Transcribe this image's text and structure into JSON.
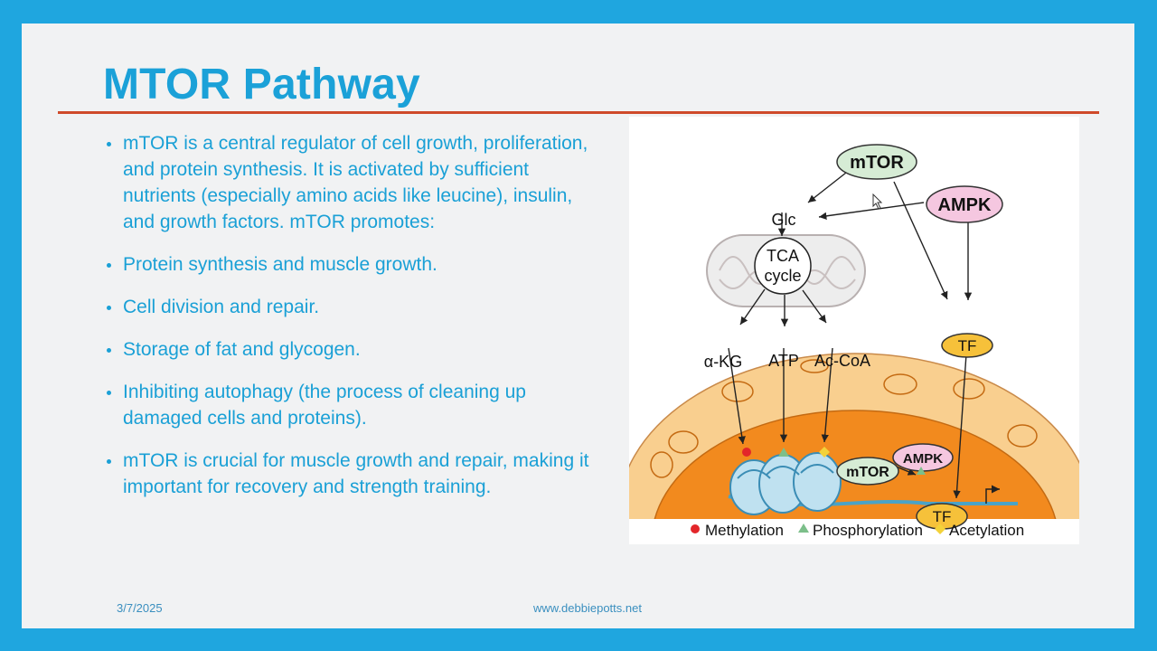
{
  "slide": {
    "title": "MTOR Pathway",
    "bullets": [
      "mTOR is a central regulator of cell growth, proliferation, and protein synthesis. It is activated by sufficient nutrients (especially amino acids like leucine), insulin, and growth factors. mTOR promotes:",
      "Protein synthesis and muscle growth.",
      "Cell division and repair.",
      "Storage of fat and glycogen.",
      "Inhibiting autophagy (the process of cleaning up damaged cells and proteins).",
      "mTOR is crucial for muscle growth and repair, making it important for recovery and strength training."
    ],
    "footer": {
      "date": "3/7/2025",
      "url": "www.debbiepotts.net"
    }
  },
  "figure": {
    "nodes": {
      "mtor_top": "mTOR",
      "ampk_top": "AMPK",
      "glc": "Glc",
      "tca_line1": "TCA",
      "tca_line2": "cycle",
      "akg": "α-KG",
      "atp": "ATP",
      "accoa": "Ac-CoA",
      "tf_top": "TF",
      "mtor_nuc": "mTOR",
      "ampk_nuc": "AMPK",
      "tf_nuc": "TF"
    },
    "legend": {
      "methylation": "Methylation",
      "phosphorylation": "Phosphorylation",
      "acetylation": "Acetylation"
    },
    "colors": {
      "methylation": "#e3262a",
      "phosphorylation": "#7cbf8a",
      "acetylation": "#f3d23a",
      "nucleus": "#f28a1e",
      "mtor_fill": "#d6ecd5",
      "ampk_fill": "#f5c7e0",
      "tf_fill": "#f6c13a"
    }
  },
  "theme": {
    "frame": "#1fa6df",
    "slide_bg": "#f1f2f3",
    "title_color": "#1ba1d8",
    "rule_color": "#cf4a2a"
  }
}
